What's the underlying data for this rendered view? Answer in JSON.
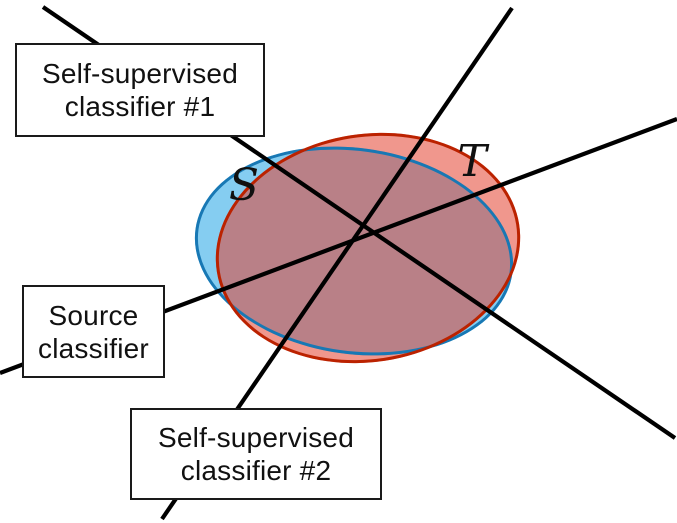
{
  "figure": {
    "regions": {
      "source_domain": {
        "label": "S"
      },
      "target_domain": {
        "label": "T"
      }
    },
    "callouts": {
      "ssl1": {
        "line1": "Self-supervised",
        "line2": "classifier #1"
      },
      "source": {
        "line1": "Source",
        "line2": "classifier"
      },
      "ssl2": {
        "line1": "Self-supervised",
        "line2": "classifier #2"
      }
    }
  },
  "colors": {
    "source_fill": "#85CDF1",
    "source_stroke": "#1878B4",
    "target_fill": "rgba(228,66,48,0.55)",
    "target_stroke": "#BB2200",
    "line_color": "#000000",
    "box_border": "#1a1a1a",
    "text_color": "#111111"
  }
}
